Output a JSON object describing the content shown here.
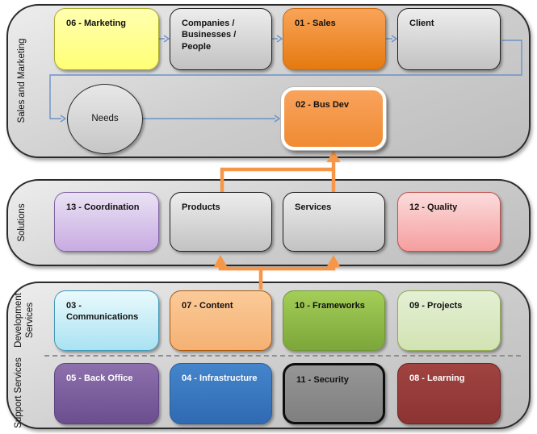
{
  "diagram_title": "",
  "lanes": [
    {
      "id": "sales-and-marketing",
      "label": "Sales and Marketing"
    },
    {
      "id": "solutions",
      "label": "Solutions"
    },
    {
      "id": "development-services",
      "label": "Development Services"
    },
    {
      "id": "support-services",
      "label": "Support Services"
    }
  ],
  "nodes": [
    {
      "id": "marketing",
      "label": "06 - Marketing",
      "fill_top": "#ffffb0",
      "fill_bottom": "#ffff75",
      "border_color": "#aaaa2e",
      "text_color": "#111111",
      "lane": "sales-and-marketing"
    },
    {
      "id": "companies",
      "label": "Companies / Businesses / People",
      "fill_top": "#ededed",
      "fill_bottom": "#c2c2c2",
      "border_color": "#1f1f1f",
      "text_color": "#111111",
      "lane": "sales-and-marketing"
    },
    {
      "id": "sales",
      "label": "01 - Sales",
      "fill_top": "#f9a459",
      "fill_bottom": "#e5790f",
      "border_color": "#c96a10",
      "text_color": "#111111",
      "lane": "sales-and-marketing"
    },
    {
      "id": "client",
      "label": "Client",
      "fill_top": "#ededed",
      "fill_bottom": "#c2c2c2",
      "border_color": "#1f1f1f",
      "text_color": "#111111",
      "lane": "sales-and-marketing"
    },
    {
      "id": "needs",
      "label": "Needs",
      "fill_top": "#e8e8e8",
      "fill_bottom": "#c6c6c6",
      "border_color": "#2b2b2b",
      "text_color": "#111111",
      "lane": "sales-and-marketing"
    },
    {
      "id": "bus-dev",
      "label": "02 - Bus Dev",
      "fill_top": "#f9a35c",
      "fill_bottom": "#ef8b33",
      "border_color": "#ffffff",
      "text_color": "#111111",
      "lane": "sales-and-marketing"
    },
    {
      "id": "coordination",
      "label": "13 - Coordination",
      "fill_top": "#eae2f4",
      "fill_bottom": "#c8abe2",
      "border_color": "#8064a2",
      "text_color": "#111111",
      "lane": "solutions"
    },
    {
      "id": "products",
      "label": "Products",
      "fill_top": "#ededed",
      "fill_bottom": "#c2c2c2",
      "border_color": "#1f1f1f",
      "text_color": "#111111",
      "lane": "solutions"
    },
    {
      "id": "services",
      "label": "Services",
      "fill_top": "#ededed",
      "fill_bottom": "#c2c2c2",
      "border_color": "#1f1f1f",
      "text_color": "#111111",
      "lane": "solutions"
    },
    {
      "id": "quality",
      "label": "12 - Quality",
      "fill_top": "#fcdcdc",
      "fill_bottom": "#f59e9e",
      "border_color": "#c0504d",
      "text_color": "#111111",
      "lane": "solutions"
    },
    {
      "id": "communications",
      "label": "03 - Communications",
      "fill_top": "#e9fafd",
      "fill_bottom": "#aae2f1",
      "border_color": "#4499b8",
      "text_color": "#111111",
      "lane": "development-services"
    },
    {
      "id": "content",
      "label": "07 - Content",
      "fill_top": "#fbca98",
      "fill_bottom": "#f5b173",
      "border_color": "#a85a10",
      "text_color": "#111111",
      "lane": "development-services"
    },
    {
      "id": "frameworks",
      "label": "10 - Frameworks",
      "fill_top": "#a3ce57",
      "fill_bottom": "#7da63b",
      "border_color": "#71963a",
      "text_color": "#111111",
      "lane": "development-services"
    },
    {
      "id": "projects",
      "label": "09 - Projects",
      "fill_top": "#e4f0d4",
      "fill_bottom": "#d2e3b3",
      "border_color": "#90ab52",
      "text_color": "#111111",
      "lane": "development-services"
    },
    {
      "id": "back-office",
      "label": "05 - Back Office",
      "fill_top": "#8d70ac",
      "fill_bottom": "#6a4e8e",
      "border_color": "#5d4481",
      "text_color": "#ffffff",
      "lane": "support-services"
    },
    {
      "id": "infrastructure",
      "label": "04 - Infrastructure",
      "fill_top": "#4585cb",
      "fill_bottom": "#2f6ab2",
      "border_color": "#2a5c9c",
      "text_color": "#ffffff",
      "lane": "support-services"
    },
    {
      "id": "security",
      "label": "11 - Security",
      "fill_top": "#969696",
      "fill_bottom": "#7f7f7f",
      "border_color": "#0d0d0d",
      "text_color": "#111111",
      "lane": "support-services"
    },
    {
      "id": "learning",
      "label": "08 - Learning",
      "fill_top": "#a04341",
      "fill_bottom": "#8c3432",
      "border_color": "#6e2322",
      "text_color": "#ffffff",
      "lane": "support-services"
    }
  ],
  "connectors": [
    {
      "from": "marketing",
      "to": "companies",
      "style": "thin-blue-arrow"
    },
    {
      "from": "companies",
      "to": "sales",
      "style": "thin-blue-arrow"
    },
    {
      "from": "sales",
      "to": "client",
      "style": "thin-blue-arrow"
    },
    {
      "from": "client",
      "to": "needs",
      "style": "thin-blue-arrow-loop"
    },
    {
      "from": "needs",
      "to": "bus-dev",
      "style": "thin-blue-arrow"
    },
    {
      "from": "products",
      "to": "bus-dev",
      "style": "thick-orange-arrow"
    },
    {
      "from": "services",
      "to": "bus-dev",
      "style": "thick-orange-arrow"
    },
    {
      "from": "content",
      "to": "products",
      "style": "thick-orange-arrow"
    },
    {
      "from": "content",
      "to": "services",
      "style": "thick-orange-arrow"
    }
  ],
  "colors": {
    "blue_connector": "#6b92c8",
    "orange_connector": "#f79646"
  }
}
